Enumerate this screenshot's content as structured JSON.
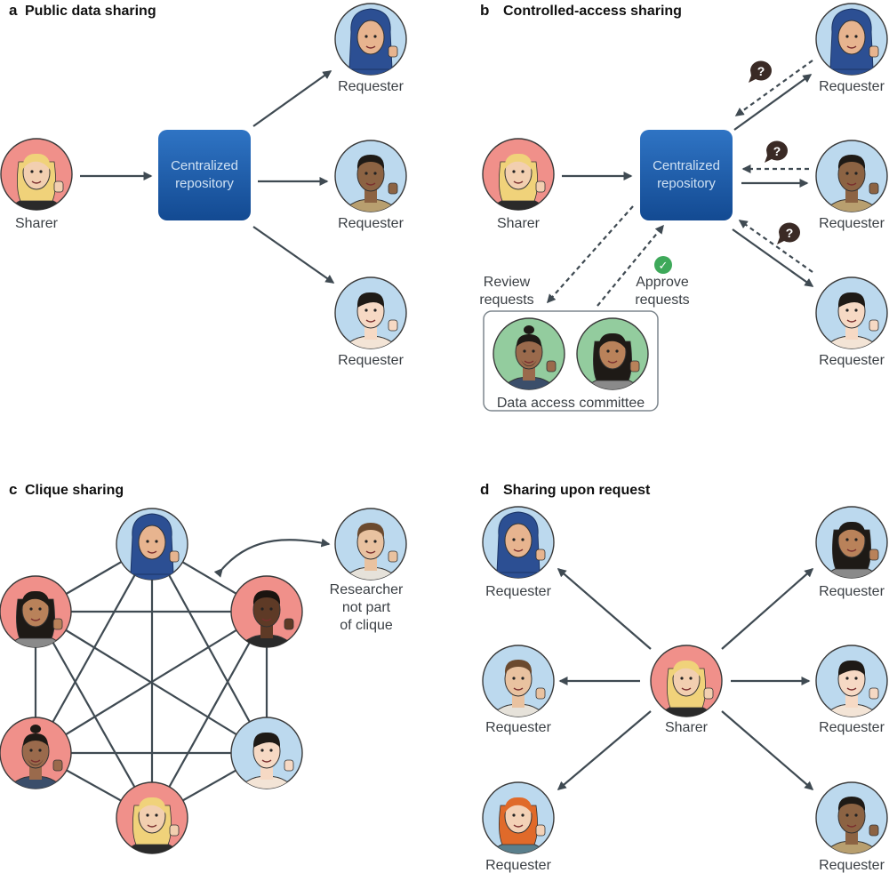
{
  "panels": {
    "a": {
      "letter": "a",
      "title": "Public data sharing"
    },
    "b": {
      "letter": "b",
      "title": "Controlled-access sharing"
    },
    "c": {
      "letter": "c",
      "title": "Clique sharing"
    },
    "d": {
      "letter": "d",
      "title": "Sharing upon request"
    }
  },
  "labels": {
    "sharer": "Sharer",
    "requester": "Requester",
    "repo_line1": "Centralized",
    "repo_line2": "repository",
    "review_line1": "Review",
    "review_line2": "requests",
    "approve_line1": "Approve",
    "approve_line2": "requests",
    "committee": "Data access committee",
    "outsider_line1": "Researcher",
    "outsider_line2": "not part",
    "outsider_line3": "of clique",
    "question_mark": "?",
    "check_mark": "✓"
  },
  "colors": {
    "sharer_bg": "#f0908a",
    "requester_bg": "#bcd9ee",
    "committee_bg": "#93cc9e",
    "repo_fill": "#1c5aa6",
    "arrow": "#3f4a52",
    "question_bubble": "#3a2a25",
    "check": "#3ea95a"
  },
  "avatar_icons": [
    "hijab-woman-avatar",
    "man-avatar",
    "woman-avatar",
    "bearded-man-avatar",
    "long-hair-woman-avatar",
    "blonde-woman-avatar",
    "red-hair-woman-avatar"
  ]
}
